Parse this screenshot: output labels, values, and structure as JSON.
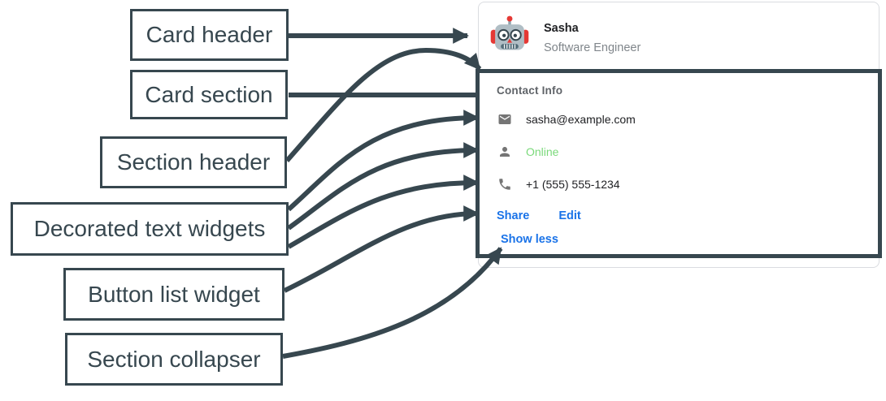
{
  "colors": {
    "annotation_dark": "#37474f",
    "link_blue": "#1a73e8",
    "online_green": "#7ad97a",
    "card_border_gray": "#dadce0",
    "icon_gray": "#757575",
    "text_dark": "#202124",
    "subtitle_gray": "#80868b"
  },
  "labels": [
    {
      "id": "card-header",
      "text": "Card header"
    },
    {
      "id": "card-section",
      "text": "Card section"
    },
    {
      "id": "section-header",
      "text": "Section header"
    },
    {
      "id": "decorated-widgets",
      "text": "Decorated text widgets"
    },
    {
      "id": "button-list",
      "text": "Button list widget"
    },
    {
      "id": "section-collapser",
      "text": "Section collapser"
    }
  ],
  "card": {
    "header": {
      "avatar_icon": "robot-avatar",
      "name": "Sasha",
      "subtitle": "Software Engineer"
    },
    "section": {
      "title": "Contact Info",
      "rows": [
        {
          "icon": "mail-icon",
          "text": "sasha@example.com"
        },
        {
          "icon": "person-icon",
          "text": "Online"
        },
        {
          "icon": "phone-icon",
          "text": "+1 (555) 555-1234"
        }
      ],
      "buttons": [
        "Share",
        "Edit"
      ],
      "collapser": "Show less"
    }
  }
}
